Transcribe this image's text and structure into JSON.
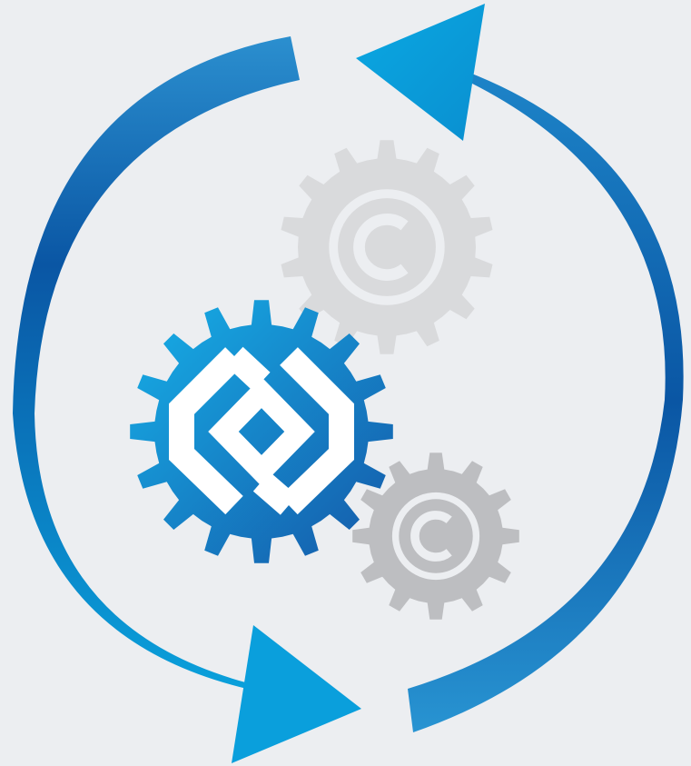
{
  "colors": {
    "background": "#eceef1",
    "arrow_dark_blue": "#0a56a4",
    "arrow_light_blue": "#0aa0db",
    "gear_blue_light": "#14a9e3",
    "gear_blue_dark": "#1565b3",
    "gear_light_gray": "#d9dadc",
    "gear_mid_gray": "#bdbec1",
    "symbol_white": "#ffffff"
  },
  "icons": {
    "cycle_arrows": "circular-refresh-arrows",
    "main_gear": "blue-gear-with-logo",
    "gear_top": "gray-gear-copyright",
    "gear_bottom": "gray-gear-copyright"
  }
}
